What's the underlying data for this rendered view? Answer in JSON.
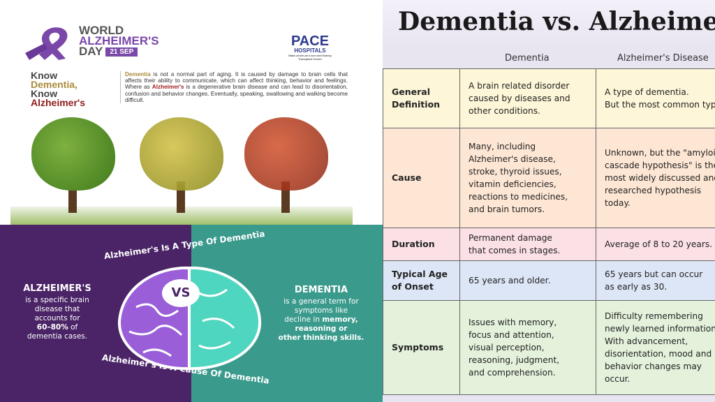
{
  "poster": {
    "world": "WORLD",
    "alzheimers": "ALZHEIMER'S",
    "day": "DAY",
    "date": "21 SEP",
    "logo_name": "PACE",
    "logo_sub": "HOSPITALS",
    "logo_tag": "State-of-the-art Liver and Kidney Transplant Centre",
    "know1": "Know",
    "dementia": "Dementia,",
    "know2": "Know",
    "alz": "Alzheimer's",
    "desc_dementia": "Dementia",
    "desc_1": " is not a normal part of aging. It is caused by damage to brain cells that affects their ability to communicate, which can affect thinking, behavior and feelings. Where as ",
    "desc_alz": "Alzheimer's",
    "desc_2": " is a degenerative brain disease and can lead to disorientation, confusion and behavior changes. Eventually, speaking, swallowing and walking become difficult.",
    "colors": {
      "purple": "#7a48a8",
      "gold": "#a88b3a",
      "red": "#8e1b1b"
    }
  },
  "versus": {
    "top_arc": "Alzheimer's Is A Type Of Dementia",
    "bottom_arc": "Alzheimer's Is A Cause Of Dementia",
    "vs": "VS",
    "left_title": "ALZHEIMER'S",
    "left_1": "is a specific brain",
    "left_2": "disease that",
    "left_3": "accounts for",
    "left_4b": "60–80%",
    "left_4": " of",
    "left_5": "dementia cases.",
    "right_title": "DEMENTIA",
    "right_1": "is a general term for",
    "right_2": "symptoms like",
    "right_3": "decline in ",
    "right_3b": "memory,",
    "right_4b": "reasoning or",
    "right_5b": "other thinking skills.",
    "colors": {
      "purple": "#4a2466",
      "teal": "#3a9a8c"
    }
  },
  "table": {
    "title": "Dementia vs. Alzheimer's",
    "headers": [
      "Dementia",
      "Alzheimer's Disease"
    ],
    "rows": [
      {
        "label": "General Definition",
        "dementia": "A brain related disorder\ncaused by diseases and\nother conditions.",
        "alz": "A type of dementia.\nBut the most common type",
        "color": "#fdf6d8"
      },
      {
        "label": "Cause",
        "dementia": "Many, including\nAlzheimer's disease,\nstroke, thyroid issues,\nvitamin deficiencies,\nreactions to medicines,\nand brain tumors.",
        "alz": "Unknown, but the \"amyloid\ncascade hypothesis\" is the\nmost widely discussed and\nresearched hypothesis\ntoday.",
        "color": "#fde6d4"
      },
      {
        "label": "Duration",
        "dementia": "Permanent damage\nthat comes in stages.",
        "alz": "Average of 8 to 20 years.",
        "color": "#fbe0e6"
      },
      {
        "label": "Typical Age of Onset",
        "dementia": "65 years and older.",
        "alz": "65 years but can occur\nas early as 30.",
        "color": "#dde6f6"
      },
      {
        "label": "Symptoms",
        "dementia": "Issues with memory,\nfocus and attention,\nvisual perception,\nreasoning, judgment,\nand comprehension.",
        "alz": "Difficulty remembering\nnewly learned information.\nWith advancement,\ndisorientation, mood and\nbehavior changes may\noccur.",
        "color": "#e4f2dc"
      }
    ]
  }
}
